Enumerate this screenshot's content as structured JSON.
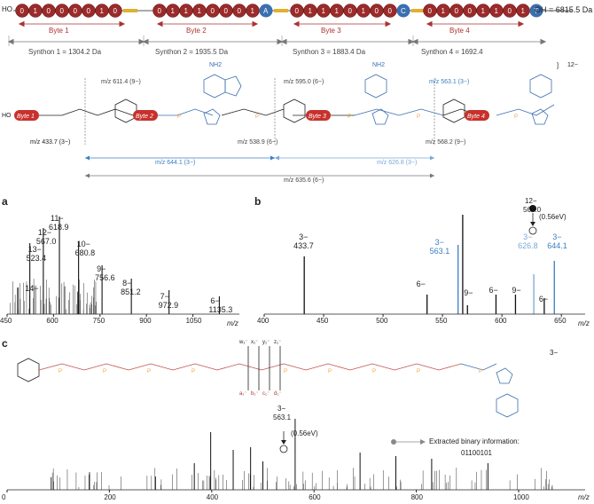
{
  "top": {
    "ho_label": "HO",
    "oh_label": "OH = 6815.5 Da",
    "bead_rows": [
      {
        "bits": "01000010",
        "cap": "",
        "cap_color": ""
      },
      {
        "bits": "01110001",
        "cap": "A",
        "cap_color": "#3a6fb0"
      },
      {
        "bits": "01110100",
        "cap": "C",
        "cap_color": "#3a6fb0"
      },
      {
        "bits": "01001101",
        "cap": "T",
        "cap_color": "#3a6fb0"
      }
    ],
    "bytes": [
      "Byte 1",
      "Byte 2",
      "Byte 3",
      "Byte 4"
    ],
    "synthons": [
      "Synthon 1 = 1304.2 Da",
      "Synthon 2 = 1935.5 Da",
      "Synthon 3 = 1883.4 Da",
      "Synthon 4 = 1692.4"
    ]
  },
  "structure": {
    "charge": "12−",
    "frags": {
      "f1": "m/z 611.4 (9−)",
      "f2": "m/z 595.0 (6−)",
      "f3": "m/z 563.1 (3−)",
      "f4": "m/z 433.7 (3−)",
      "f5": "m/z 538.9 (6−)",
      "f6": "m/z 568.2 (9−)",
      "f7": "m/z 644.1 (3−)",
      "f8": "m/z 626.8 (3−)",
      "f9": "m/z 635.6 (6−)"
    },
    "byte_tags": [
      "Byte 1",
      "Byte 2",
      "Byte 3",
      "Byte 4"
    ],
    "nh2": "NH2",
    "ho": "HO"
  },
  "panel_a": {
    "letter": "a",
    "xaxis": {
      "ticks": [
        "450",
        "600",
        "750",
        "900",
        "1050"
      ],
      "unit": "m/z"
    },
    "peaks": [
      {
        "label": "14−",
        "value": ""
      },
      {
        "label": "13−",
        "value": "523.4"
      },
      {
        "label": "12−",
        "value": "567.0"
      },
      {
        "label": "11−",
        "value": "618.9"
      },
      {
        "label": "10−",
        "value": "680.8"
      },
      {
        "label": "9−",
        "value": "756.6"
      },
      {
        "label": "8−",
        "value": "851.2"
      },
      {
        "label": "7−",
        "value": "972.9"
      },
      {
        "label": "6−",
        "value": "1135.3"
      }
    ]
  },
  "panel_b": {
    "letter": "b",
    "xaxis": {
      "ticks": [
        "400",
        "450",
        "500",
        "550",
        "600",
        "650"
      ],
      "unit": "m/z"
    },
    "precursor": {
      "charge": "12−",
      "value": "567.0"
    },
    "energy": "(0.56eV)",
    "peaks": [
      {
        "label": "3−",
        "value": "433.7",
        "color": "#222"
      },
      {
        "label": "3−",
        "value": "563.1",
        "color": "#3a7fc0"
      },
      {
        "label": "3−",
        "value": "626.8",
        "color": "#7aa8d8"
      },
      {
        "label": "3−",
        "value": "644.1",
        "color": "#3a7fc0"
      },
      {
        "label": "6−",
        "value": "",
        "color": "#222"
      },
      {
        "label": "9−",
        "value": "",
        "color": "#222"
      },
      {
        "label": "6−",
        "value": "",
        "color": "#222"
      },
      {
        "label": "9−",
        "value": "",
        "color": "#222"
      },
      {
        "label": "6−",
        "value": "",
        "color": "#222"
      }
    ]
  },
  "panel_c": {
    "letter": "c",
    "charge": "3−",
    "precursor": {
      "charge": "3−",
      "value": "563.1"
    },
    "energy": "(0.56eV)",
    "extracted_label": "Extracted binary information:",
    "extracted_bits": "01100101",
    "xaxis": {
      "ticks": [
        "0",
        "200",
        "400",
        "600",
        "800",
        "1000"
      ],
      "unit": "m/z"
    },
    "bracket_top": [
      "w₁⁻",
      "x₁⁻",
      "y₁⁻",
      "z₁⁻"
    ],
    "bracket_bottom": [
      "a₁⁻",
      "b₁⁻",
      "c₁⁻",
      "d₁⁻"
    ]
  }
}
